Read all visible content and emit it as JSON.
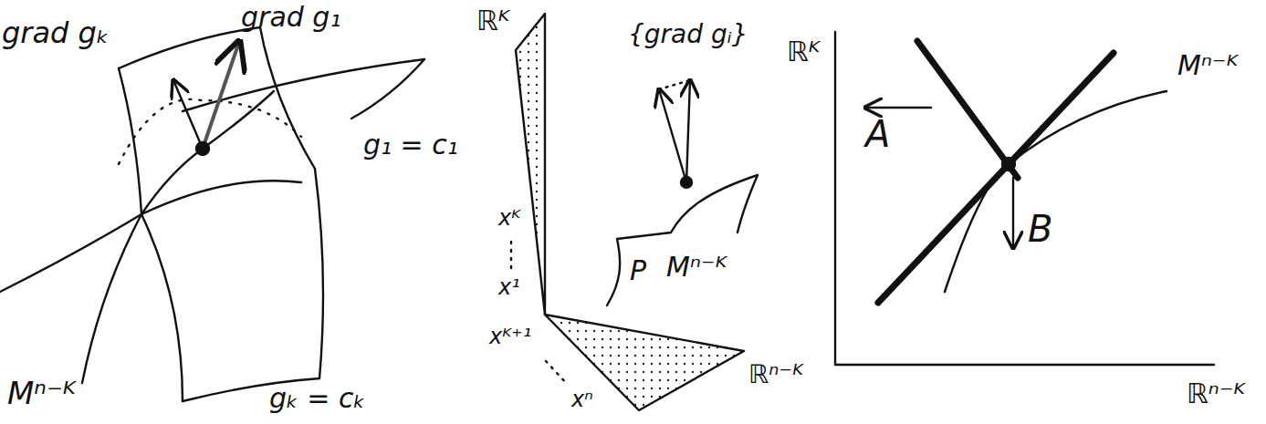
{
  "diagram": {
    "labels": [
      "grad gₖ",
      "grad g₁",
      "g₁ = c₁",
      "Mⁿ⁻ᴷ",
      "gₖ = cₖ",
      "ℝᴷ",
      "{grad gᵢ}",
      "xᴷ",
      "x¹",
      "P",
      "Mⁿ⁻ᴷ",
      "xᴷ⁺¹",
      "xⁿ",
      "ℝⁿ⁻ᴷ",
      "ℝᴷ",
      "A",
      "Mⁿ⁻ᴷ",
      "B",
      "ℝⁿ⁻ᴷ"
    ]
  }
}
